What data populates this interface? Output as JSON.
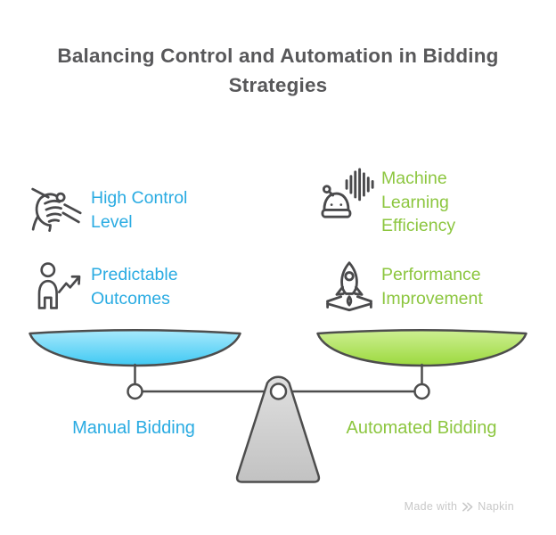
{
  "title": "Balancing Control and Automation in Bidding Strategies",
  "left_side": {
    "accent_color": "#29ABE2",
    "features": [
      {
        "icon": "hand-grip-reins-icon",
        "label": "High Control Level"
      },
      {
        "icon": "person-growth-arrow-icon",
        "label": "Predictable Outcomes"
      }
    ],
    "pan_label": "Manual Bidding",
    "pan_gradient_top": "#A7E9FC",
    "pan_gradient_bottom": "#3FC9F3"
  },
  "right_side": {
    "accent_color": "#8CC63F",
    "features": [
      {
        "icon": "robot-sound-waves-icon",
        "label": "Machine Learning Efficiency"
      },
      {
        "icon": "rocket-launch-icon",
        "label": "Performance Improvement"
      }
    ],
    "pan_label": "Automated Bidding",
    "pan_gradient_top": "#CDEF92",
    "pan_gradient_bottom": "#9CD93E"
  },
  "scale": {
    "outline_color": "#4D4D4D",
    "fulcrum_fill_top": "#DFDFDF",
    "fulcrum_fill_bottom": "#C2C2C2"
  },
  "title_color": "#58585A",
  "watermark": {
    "prefix": "Made with",
    "brand": "Napkin",
    "color": "#C8C8C8"
  }
}
